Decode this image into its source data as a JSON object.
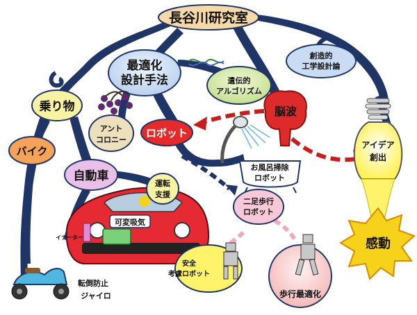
{
  "nodes": {
    "hasegawa_lab": "長谷川研究室",
    "design_method": [
      "最適化",
      "設計手法"
    ],
    "creative_design": [
      "創造的",
      "工学設計論"
    ],
    "genetic_algorithm": [
      "遺伝的",
      "アルゴリズム"
    ],
    "vehicles": "乗り物",
    "bike": "バイク",
    "automobile": "自動車",
    "ant_colony": [
      "アント",
      "コロニー"
    ],
    "robot": "ロボット",
    "brain_waves": "脳波",
    "idea_creation": [
      "アイデア",
      "創出"
    ],
    "bath_robot": [
      "お風呂掃除",
      "ロボット"
    ],
    "biped_robot": [
      "二足歩行",
      "ロボット"
    ],
    "driving_assist": [
      "運転",
      "支援"
    ],
    "variable_intake": "可変吸気",
    "inertia": "イナーター",
    "safety_robot": [
      "安全",
      "考慮ロボット"
    ],
    "gait_optimization": "歩行最適化",
    "impression": "感動",
    "fall_prevention": [
      "転倒防止",
      "ジャイロ"
    ]
  },
  "colors": {
    "root": "#f6d9a8",
    "design": "#c9dcf3",
    "ga": "#d8ecb2",
    "vehicles": "#f8f2a3",
    "bike": "#f6a35a",
    "auto": "#e8c0e8",
    "ant": "#ede0bc",
    "robot": "#e52a2a",
    "brain": "#dd2b2b",
    "bulb": "#fff36b",
    "burst": "#f7d21a",
    "pink": "#f6c8d8",
    "car": "#e52a33",
    "branch": "#1f3566"
  }
}
